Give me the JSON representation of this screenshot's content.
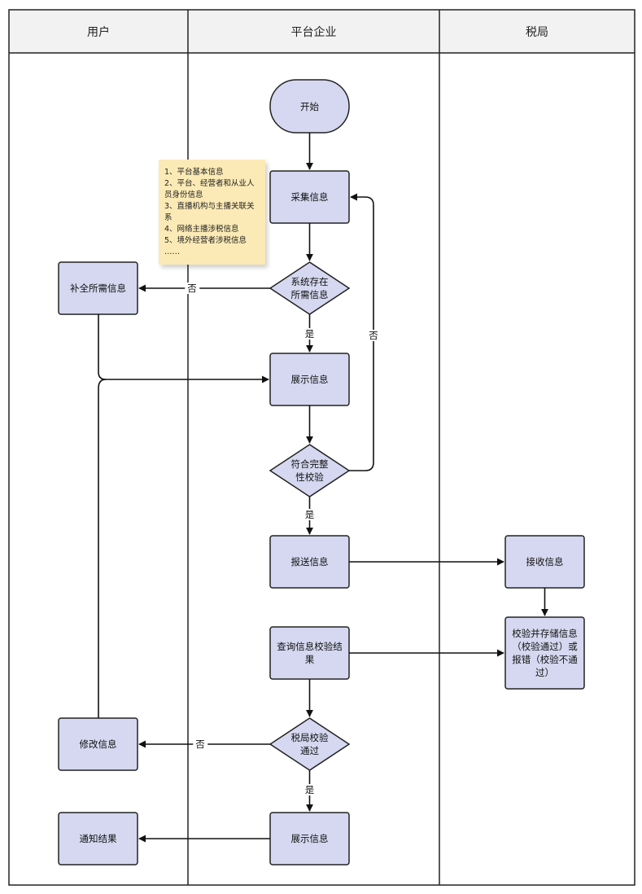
{
  "lanes": [
    "用户",
    "平台企业",
    "税局"
  ],
  "colors": {
    "node_fill": "#d5d8f0",
    "node_stroke": "#222222",
    "note_fill": "#fbeab5",
    "header_fill": "#f2f2f2"
  },
  "nodes": {
    "start": "开始",
    "collect": "采集信息",
    "check_exists": "系统存在所需信息",
    "supplement": "补全所需信息",
    "display1": "展示信息",
    "check_complete": "符合完整性校验",
    "submit": "报送信息",
    "receive": "接收信息",
    "verify_store": "校验并存储信息（校验通过）或报错（校验不通过）",
    "query": "查询信息校验结果",
    "tax_check": "税局校验通过",
    "modify": "修改信息",
    "display2": "展示信息",
    "notify": "通知结果"
  },
  "note_lines": [
    "1、平台基本信息",
    "2、平台、经营者和从业人员身份信息",
    "3、直播机构与主播关联关系",
    "4、网络主播涉税信息",
    "5、境外经营者涉税信息",
    "……"
  ],
  "edge_labels": {
    "no1": "否",
    "yes1": "是",
    "no2": "否",
    "yes2": "是",
    "no3": "否",
    "yes3": "是"
  }
}
